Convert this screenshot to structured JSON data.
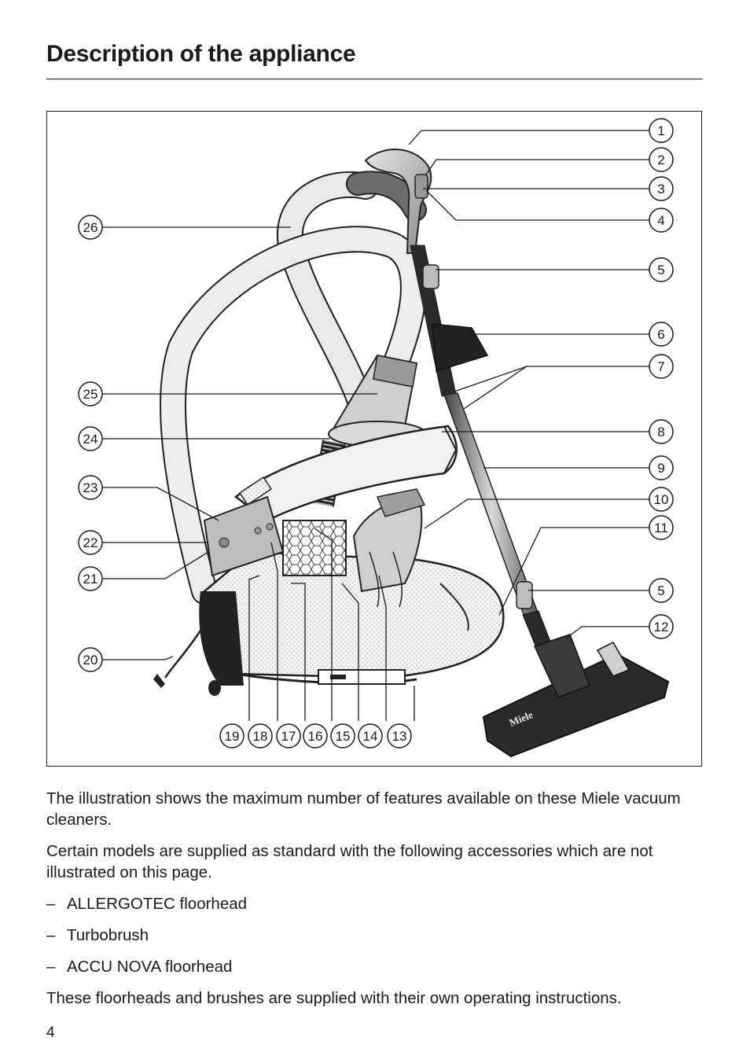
{
  "page": {
    "title": "Description of the appliance",
    "page_number": "4"
  },
  "figure": {
    "brand_text": "Miele",
    "callouts": [
      "1",
      "2",
      "3",
      "4",
      "5",
      "6",
      "7",
      "8",
      "9",
      "10",
      "11",
      "5",
      "12",
      "13",
      "14",
      "15",
      "16",
      "17",
      "18",
      "19",
      "20",
      "21",
      "22",
      "23",
      "24",
      "25",
      "26"
    ]
  },
  "body": {
    "paragraph_1": "The illustration shows the maximum number of features available on these Miele vacuum cleaners.",
    "paragraph_2": "Certain models are supplied as standard with the following accessories which are not illustrated on this page.",
    "list": [
      "ALLERGOTEC floorhead",
      "Turbobrush",
      "ACCU NOVA floorhead"
    ],
    "list_dash": "–",
    "paragraph_3": "These floorheads and brushes are supplied with their own operating instructions."
  }
}
